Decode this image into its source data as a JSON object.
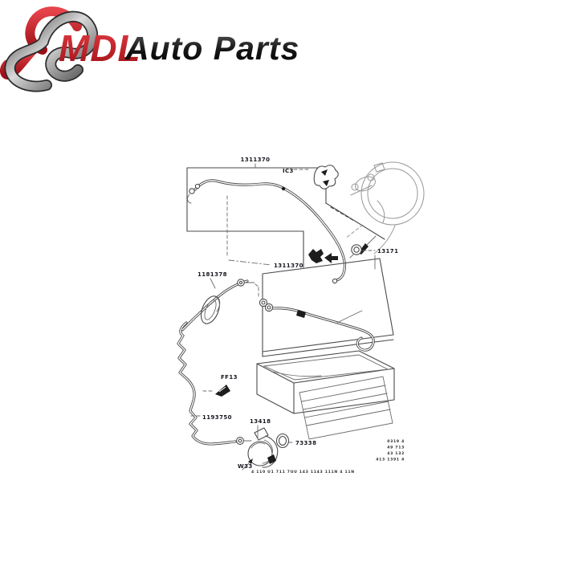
{
  "page": {
    "background": "#ffffff"
  },
  "logo": {
    "brand": "MDL",
    "suffix": "Auto Parts",
    "brand_red": "#c0181f",
    "text_dark": "#161616",
    "metal_gray": "#9c9c9c"
  },
  "diagram": {
    "line_color": "#4a4a4a",
    "label_color": "#16161f",
    "labels": {
      "top_pipe": "1311370",
      "top_clip": "IC3",
      "grommet": "13171",
      "upper_hose": "1181378",
      "mid_pipe": "1311370",
      "small_clip": "FF13",
      "lower_pipe": "1193750",
      "pump": "13418",
      "o_ring": "73338",
      "bracket": "W33",
      "footer_caption": "4 110 U1 711 7UU 143 1143 111N 4 11N",
      "corner_note": [
        "0319 4",
        "49 713",
        "43 132",
        "413 1391 4"
      ]
    }
  }
}
